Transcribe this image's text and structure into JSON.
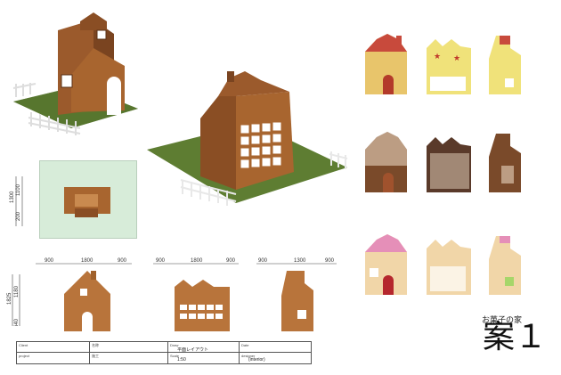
{
  "sheet": {
    "subtitle": "お菓子の家",
    "title": "案１"
  },
  "dimensions": {
    "plan_v": [
      "1300",
      "1100",
      "200"
    ],
    "elev_front_h": [
      "900",
      "1800",
      "900"
    ],
    "elev_back_h": [
      "900",
      "1800",
      "900"
    ],
    "elev_side_h": [
      "900",
      "1300",
      "900"
    ],
    "elev_v": [
      "1825",
      "1180",
      "640"
    ]
  },
  "title_block": {
    "labels": [
      "Client",
      "名称",
      "Draw",
      "Date",
      "project",
      "施工",
      "Scale",
      "designer"
    ],
    "values": [
      "",
      "",
      "平面レイアウト",
      "",
      "",
      "",
      "1:50",
      "(interior)"
    ]
  },
  "variants": [
    {
      "theme": "brick",
      "colors": {
        "wall": "#e8c56b",
        "roof": "#c84a3c",
        "door": "#b33a2a"
      }
    },
    {
      "theme": "cookie",
      "colors": {
        "wall": "#f0e27a",
        "roof": "#e6d36a",
        "door": "#c0392b"
      }
    },
    {
      "theme": "checker",
      "colors": {
        "wall": "#5a3a2a",
        "roof": "#e8d6c0",
        "door": "#a0522d"
      }
    },
    {
      "theme": "candy",
      "colors": {
        "wall": "#f1d6a8",
        "roof": "#e58fb8",
        "door": "#b5272d"
      }
    }
  ]
}
